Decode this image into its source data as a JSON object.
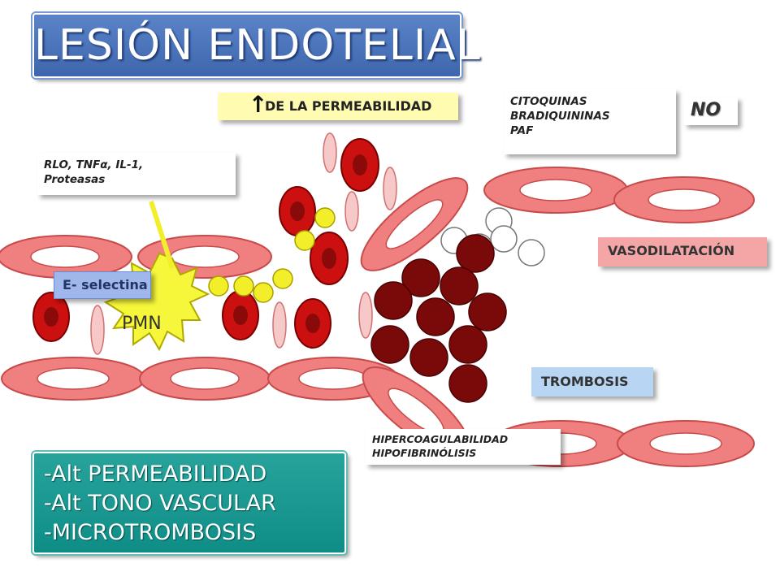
{
  "title": "LESIÓN ENDOTELIAL",
  "labels": {
    "permeability_arrow": "↑",
    "permeability": "DE LA PERMEABILIDAD",
    "citoquinas": [
      "CITOQUINAS",
      "BRADIQUININAS",
      "PAF"
    ],
    "no": "NO",
    "rlo": [
      "RLO, TNFα, IL-1,",
      "Proteasas"
    ],
    "vasodilatacion": "VASODILATACIÓN",
    "e_selectina": "E- selectina",
    "pmn": "PMN",
    "trombosis": "TROMBOSIS",
    "hipercoagulabilidad": [
      "HIPERCOAGULABILIDAD",
      "HIPOFIBRINÓLISIS"
    ]
  },
  "summary": [
    "-Alt PERMEABILIDAD",
    "-Alt TONO VASCULAR",
    "-MICROTROMBOSIS"
  ],
  "colors": {
    "title_box": "#4a72b8",
    "summary_box": "#169a93",
    "endothelial_cell": "#f08080",
    "red_blood_cell": "#cc1010",
    "clot": "#7a0a0a",
    "platelet": "#f2ee2a",
    "pmn": "#f6f63a",
    "permeability_box": "#fffbb0",
    "vasodilation_box": "#f4a6a6",
    "thrombosis_box": "#b8d6f4",
    "selectin_box": "#9fb7ea"
  }
}
